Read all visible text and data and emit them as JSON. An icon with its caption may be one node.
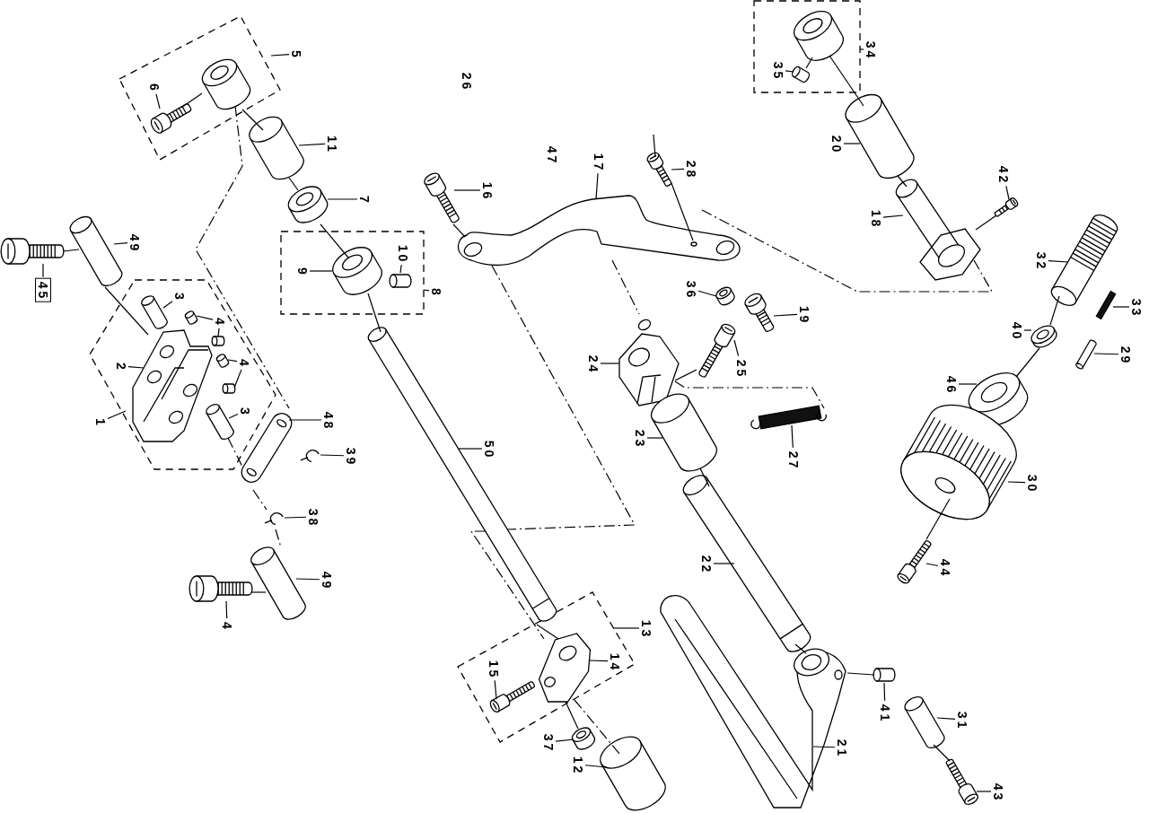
{
  "diagram": {
    "nodes": [
      {
        "text": [],
        "shape": "box"
      },
      {
        "text": [],
        "shape": "box"
      },
      {
        "text": [],
        "shape": "box"
      },
      {
        "text": [],
        "shape": "box"
      },
      {
        "text": [],
        "shape": "box"
      },
      {
        "text": [
          "5"
        ]
      },
      {
        "text": [
          "8"
        ]
      },
      {
        "text": [
          "13"
        ]
      },
      {
        "text": [
          "34"
        ]
      },
      {
        "text": [
          "1"
        ]
      },
      {
        "text": [],
        "shape": "picture",
        "in": 0
      },
      {
        "text": [
          "6"
        ],
        "in": 0
      },
      {
        "text": [],
        "shape": "picture"
      },
      {
        "text": [
          "11"
        ]
      },
      {
        "text": [],
        "shape": "picture"
      },
      {
        "text": [
          "7"
        ]
      },
      {
        "text": [],
        "shape": "picture"
      },
      {
        "text": [
          "49"
        ]
      },
      {
        "text": [],
        "shape": "picture"
      },
      {
        "text": [
          "45"
        ]
      },
      {
        "text": [],
        "shape": "picture",
        "in": 1
      },
      {
        "text": [
          "9"
        ],
        "in": 1
      },
      {
        "text": [],
        "shape": "cylinder",
        "in": 1
      },
      {
        "text": [
          "10"
        ],
        "in": 1
      },
      {
        "text": [],
        "shape": "picture",
        "in": 4
      },
      {
        "text": [
          "3"
        ],
        "in": 4
      },
      {
        "text": [],
        "shape": "cylinder",
        "in": 4
      },
      {
        "text": [],
        "shape": "cylinder",
        "in": 4
      },
      {
        "text": [
          "4"
        ],
        "in": 4
      },
      {
        "text": [],
        "shape": "cylinder",
        "in": 4
      },
      {
        "text": [],
        "shape": "cylinder",
        "in": 4
      },
      {
        "text": [
          "4"
        ],
        "in": 4
      },
      {
        "text": [],
        "shape": "picture",
        "in": 4
      },
      {
        "text": [
          "2"
        ],
        "in": 4
      },
      {
        "text": [],
        "shape": "picture",
        "in": 4
      },
      {
        "text": [
          "3"
        ],
        "in": 4
      },
      {
        "text": [],
        "shape": "picture"
      },
      {
        "text": [
          "48"
        ]
      },
      {
        "text": [],
        "shape": "picture"
      },
      {
        "text": [
          "39"
        ]
      },
      {
        "text": [],
        "shape": "picture"
      },
      {
        "text": [
          "38"
        ]
      },
      {
        "text": [],
        "shape": "picture"
      },
      {
        "text": [
          "49"
        ]
      },
      {
        "text": [],
        "shape": "picture"
      },
      {
        "text": [
          "4"
        ]
      },
      {
        "text": [],
        "shape": "picture"
      },
      {
        "text": [
          "16"
        ]
      },
      {
        "text": [],
        "shape": "picture"
      },
      {
        "text": [
          "17"
        ]
      },
      {
        "text": [],
        "shape": "picture"
      },
      {
        "text": [
          "28"
        ]
      },
      {
        "text": [],
        "shape": "picture"
      },
      {
        "text": [
          "36"
        ]
      },
      {
        "text": [],
        "shape": "picture"
      },
      {
        "text": [
          "19"
        ]
      },
      {
        "text": [],
        "shape": "picture"
      },
      {
        "text": [
          "24"
        ]
      },
      {
        "text": [],
        "shape": "picture"
      },
      {
        "text": [
          "25"
        ]
      },
      {
        "text": [],
        "shape": "picture"
      },
      {
        "text": [
          "27"
        ]
      },
      {
        "text": [],
        "shape": "picture"
      },
      {
        "text": [
          "23"
        ]
      },
      {
        "text": [],
        "shape": "picture"
      },
      {
        "text": [
          "50"
        ]
      },
      {
        "text": [],
        "shape": "picture"
      },
      {
        "text": [
          "22"
        ]
      },
      {
        "text": [],
        "shape": "picture",
        "in": 2
      },
      {
        "text": [
          "14"
        ],
        "in": 2
      },
      {
        "text": [],
        "shape": "picture",
        "in": 2
      },
      {
        "text": [
          "15"
        ],
        "in": 2
      },
      {
        "text": [],
        "shape": "picture"
      },
      {
        "text": [
          "37"
        ]
      },
      {
        "text": [],
        "shape": "picture"
      },
      {
        "text": [
          "12"
        ]
      },
      {
        "text": [],
        "shape": "picture"
      },
      {
        "text": [
          "21"
        ]
      },
      {
        "text": [],
        "shape": "cylinder"
      },
      {
        "text": [
          "41"
        ]
      },
      {
        "text": [],
        "shape": "picture"
      },
      {
        "text": [
          "31"
        ]
      },
      {
        "text": [],
        "shape": "picture"
      },
      {
        "text": [
          "43"
        ]
      },
      {
        "text": [],
        "shape": "cylinder",
        "in": 3
      },
      {
        "text": [
          "35"
        ],
        "in": 3
      },
      {
        "text": [],
        "shape": "picture"
      },
      {
        "text": [
          "20"
        ]
      },
      {
        "text": [],
        "shape": "picture"
      },
      {
        "text": [
          "18"
        ]
      },
      {
        "text": [],
        "shape": "picture"
      },
      {
        "text": [
          "42"
        ]
      },
      {
        "text": [],
        "shape": "picture"
      },
      {
        "text": [
          "32"
        ]
      },
      {
        "text": [],
        "shape": "picture"
      },
      {
        "text": [
          "33"
        ]
      },
      {
        "text": [],
        "shape": "picture"
      },
      {
        "text": [
          "40"
        ]
      },
      {
        "text": [],
        "shape": "picture"
      },
      {
        "text": [
          "29"
        ]
      },
      {
        "text": [],
        "shape": "picture"
      },
      {
        "text": [
          "46"
        ]
      },
      {
        "text": [],
        "shape": "picture"
      },
      {
        "text": [
          "30"
        ]
      },
      {
        "text": [],
        "shape": "picture"
      },
      {
        "text": [
          "44"
        ]
      },
      {
        "text": [],
        "shape": "picture",
        "in": 0
      },
      {
        "text": [],
        "shape": "picture",
        "in": 3
      }
    ],
    "edges": [
      {
        "from": 5,
        "to": 0,
        "arrow": "none"
      },
      {
        "from": 6,
        "to": 1,
        "arrow": "none"
      },
      {
        "from": 7,
        "to": 2,
        "arrow": "none"
      },
      {
        "from": 8,
        "to": 3,
        "arrow": "none"
      },
      {
        "from": 9,
        "to": 4,
        "arrow": "none"
      },
      {
        "from": 11,
        "to": 10,
        "arrow": "none"
      },
      {
        "from": 13,
        "to": 12,
        "arrow": "none"
      },
      {
        "from": 15,
        "to": 14,
        "arrow": "none"
      },
      {
        "from": 17,
        "to": 16,
        "arrow": "none"
      },
      {
        "from": 19,
        "to": 18,
        "arrow": "none"
      },
      {
        "from": 21,
        "to": 20,
        "arrow": "none"
      },
      {
        "from": 23,
        "to": 22,
        "arrow": "none"
      },
      {
        "from": 25,
        "to": 24,
        "arrow": "none"
      },
      {
        "from": 28,
        "to": 26,
        "arrow": "none"
      },
      {
        "from": 28,
        "to": 27,
        "arrow": "none"
      },
      {
        "from": 31,
        "to": 29,
        "arrow": "none"
      },
      {
        "from": 31,
        "to": 30,
        "arrow": "none"
      },
      {
        "from": 33,
        "to": 32,
        "arrow": "none"
      },
      {
        "from": 35,
        "to": 34,
        "arrow": "none"
      },
      {
        "from": 37,
        "to": 36,
        "arrow": "none"
      },
      {
        "from": 39,
        "to": 38,
        "arrow": "none"
      },
      {
        "from": 41,
        "to": 40,
        "arrow": "none"
      },
      {
        "from": 43,
        "to": 42,
        "arrow": "none"
      },
      {
        "from": 45,
        "to": 44,
        "arrow": "none"
      },
      {
        "from": 47,
        "to": 46,
        "arrow": "none"
      },
      {
        "from": 49,
        "to": 48,
        "arrow": "none"
      },
      {
        "from": 51,
        "to": 50,
        "arrow": "none"
      },
      {
        "from": 53,
        "to": 52,
        "arrow": "none"
      },
      {
        "from": 55,
        "to": 54,
        "arrow": "none"
      },
      {
        "from": 57,
        "to": 56,
        "arrow": "none"
      },
      {
        "from": 59,
        "to": 58,
        "arrow": "none"
      },
      {
        "from": 61,
        "to": 60,
        "arrow": "none"
      },
      {
        "from": 63,
        "to": 62,
        "arrow": "none"
      },
      {
        "from": 65,
        "to": 64,
        "arrow": "none"
      },
      {
        "from": 67,
        "to": 66,
        "arrow": "none"
      },
      {
        "from": 69,
        "to": 68,
        "arrow": "none"
      },
      {
        "from": 71,
        "to": 70,
        "arrow": "none"
      },
      {
        "from": 73,
        "to": 72,
        "arrow": "none"
      },
      {
        "from": 75,
        "to": 74,
        "arrow": "none"
      },
      {
        "from": 77,
        "to": 76,
        "arrow": "none"
      },
      {
        "from": 79,
        "to": 78,
        "arrow": "none"
      },
      {
        "from": 81,
        "to": 80,
        "arrow": "none"
      },
      {
        "from": 83,
        "to": 82,
        "arrow": "none"
      },
      {
        "from": 85,
        "to": 84,
        "arrow": "none"
      },
      {
        "from": 87,
        "to": 86,
        "arrow": "none"
      },
      {
        "from": 89,
        "to": 88,
        "arrow": "none"
      },
      {
        "from": 91,
        "to": 90,
        "arrow": "none"
      },
      {
        "from": 93,
        "to": 92,
        "arrow": "none"
      },
      {
        "from": 95,
        "to": 94,
        "arrow": "none"
      },
      {
        "from": 97,
        "to": 96,
        "arrow": "none"
      },
      {
        "from": 99,
        "to": 98,
        "arrow": "none"
      },
      {
        "from": 101,
        "to": 100,
        "arrow": "none"
      },
      {
        "from": 103,
        "to": 102,
        "arrow": "none"
      },
      {
        "from": 105,
        "to": 104,
        "arrow": "none"
      },
      {
        "from": 106,
        "to": 36,
        "arrow": "none",
        "style": "dashed"
      },
      {
        "from": 48,
        "to": 64,
        "arrow": "none",
        "style": "dashed"
      },
      {
        "from": 48,
        "to": 88,
        "arrow": "none",
        "style": "dashed"
      },
      {
        "from": 56,
        "to": 60,
        "arrow": "none",
        "style": "dashed"
      },
      {
        "from": 48,
        "to": 56,
        "arrow": "none",
        "style": "dashed"
      },
      {
        "from": 34,
        "to": 36,
        "arrow": "none",
        "style": "dashed"
      },
      {
        "from": 68,
        "to": 74,
        "arrow": "none",
        "style": "dashed"
      },
      {
        "from": 106,
        "to": 12,
        "arrow": "none"
      },
      {
        "from": 12,
        "to": 14,
        "arrow": "none"
      },
      {
        "from": 14,
        "to": 20,
        "arrow": "none"
      },
      {
        "from": 20,
        "to": 64,
        "arrow": "none"
      },
      {
        "from": 16,
        "to": 32,
        "arrow": "none"
      },
      {
        "from": 107,
        "to": 86,
        "arrow": "none"
      },
      {
        "from": 86,
        "to": 88,
        "arrow": "none"
      },
      {
        "from": 92,
        "to": 96,
        "arrow": "none"
      },
      {
        "from": 96,
        "to": 100,
        "arrow": "none"
      },
      {
        "from": 102,
        "to": 104,
        "arrow": "none"
      },
      {
        "from": 80,
        "to": 82,
        "arrow": "none"
      },
      {
        "from": 64,
        "to": 68,
        "arrow": "none"
      },
      {
        "from": null,
        "to": 50,
        "arrow": "none"
      },
      {
        "from": 50,
        "to": 48,
        "arrow": "none"
      },
      {
        "from": 10,
        "to": 106,
        "arrow": "none"
      },
      {
        "from": 90,
        "to": 88,
        "arrow": "none"
      },
      {
        "from": 58,
        "to": 56,
        "arrow": "none"
      },
      {
        "from": 62,
        "to": 66,
        "arrow": "none"
      },
      {
        "from": 66,
        "to": 76,
        "arrow": "none"
      },
      {
        "from": 78,
        "to": 76,
        "arrow": "none"
      },
      {
        "from": 84,
        "to": 107,
        "arrow": "none"
      },
      {
        "from": 72,
        "to": 68,
        "arrow": "none"
      },
      {
        "from": 46,
        "to": 48,
        "arrow": "none"
      },
      {
        "from": 18,
        "to": 16,
        "arrow": "none"
      },
      {
        "from": 44,
        "to": 42,
        "arrow": "none"
      },
      {
        "from": 36,
        "to": 40,
        "arrow": "none",
        "style": "dashed"
      },
      {
        "from": 40,
        "to": 42,
        "arrow": "none",
        "style": "dashed"
      },
      {
        "from": 64,
        "to": 68,
        "arrow": "none",
        "style": "dashed"
      }
    ],
    "labels": [
      "26",
      "47"
    ]
  }
}
